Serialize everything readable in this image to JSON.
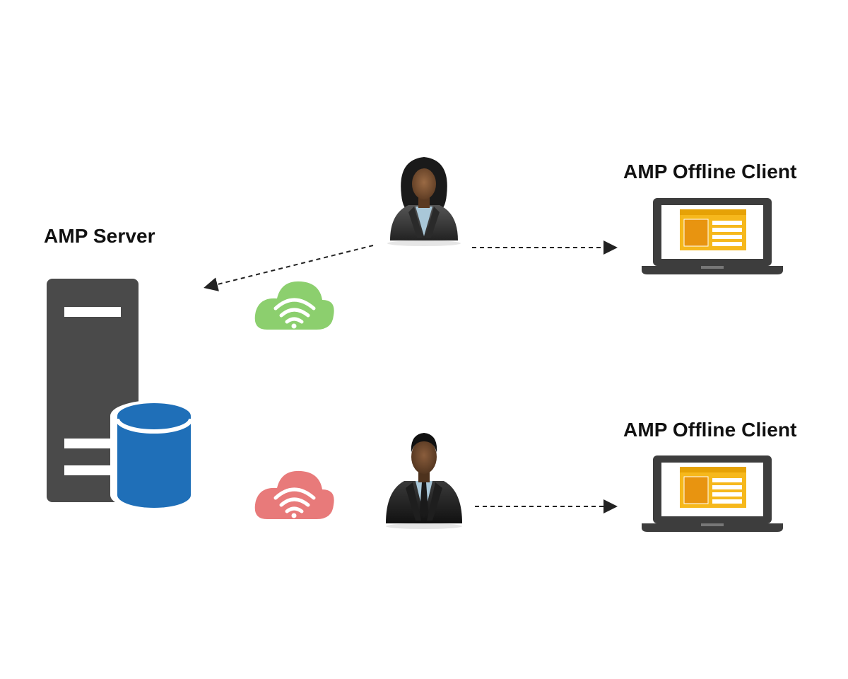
{
  "server": {
    "label": "AMP Server"
  },
  "clients": [
    {
      "label": "AMP Offline Client",
      "connection": "online"
    },
    {
      "label": "AMP Offline Client",
      "connection": "offline"
    }
  ],
  "colors": {
    "server_body": "#4a4a4a",
    "database": "#1f6fb8",
    "cloud_online": "#8ccf6e",
    "cloud_offline": "#e87a7a",
    "laptop_frame": "#3d3d3d",
    "screen_accent": "#f6b81c",
    "arrow": "#222222"
  },
  "icons": {
    "server": "server-icon",
    "database": "database-icon",
    "cloud_online": "cloud-wifi-online-icon",
    "cloud_offline": "cloud-wifi-offline-icon",
    "user_female": "user-female-icon",
    "user_male": "user-male-icon",
    "laptop": "laptop-icon"
  }
}
